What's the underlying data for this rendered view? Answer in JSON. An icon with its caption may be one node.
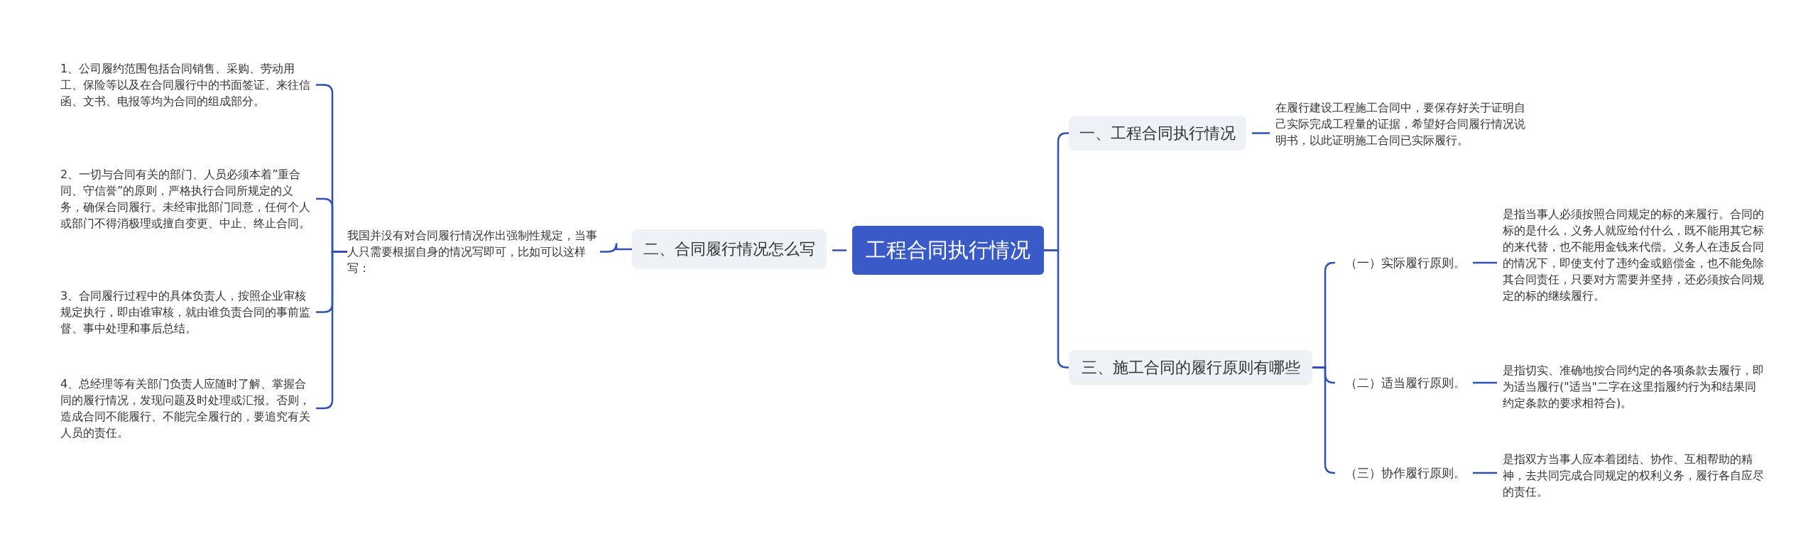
{
  "diagram": {
    "nodes": [
      {
        "text": [
          "工程合同执行情况"
        ]
      },
      {
        "text": [
          "一、工程合同执行情况"
        ]
      },
      {
        "text": [
          "在履行建设工程施工合同中，要保存好关于证明自己实际完成工程量的证据，希望好合同履行情况说明书，以此证明施工合同已实际履行。"
        ]
      },
      {
        "text": [
          "三、施工合同的履行原则有哪些"
        ]
      },
      {
        "text": [
          "（一）实际履行原则。"
        ]
      },
      {
        "text": [
          "是指当事人必须按照合同规定的标的来履行。合同的标的是什么，义务人就应给付什么，既不能用其它标的来代替，也不能用金钱来代偿。义务人在违反合同的情况下，即使支付了违约金或赔偿金，也不能免除其合同责任，只要对方需要并坚持，还必须按合同规定的标的继续履行。"
        ]
      },
      {
        "text": [
          "（二）适当履行原则。"
        ]
      },
      {
        "text": [
          "是指切实、准确地按合同约定的各项条款去履行，即为适当履行(\"适当\"二字在这里指履约行为和结果同约定条款的要求相符合)。"
        ]
      },
      {
        "text": [
          "（三）协作履行原则。"
        ]
      },
      {
        "text": [
          "是指双方当事人应本着团结、协作、互相帮助的精神，去共同完成合同规定的权利义务，履行各自应尽的责任。"
        ]
      },
      {
        "text": [
          "二、合同履行情况怎么写"
        ]
      },
      {
        "text": [
          "我国并没有对合同履行情况作出强制性规定，当事人只需要根据自身的情况写即可，比如可以这样写："
        ]
      },
      {
        "text": [
          "1、公司履约范围包括合同销售、采购、劳动用工、保险等以及在合同履行中的书面签证、来往信函、文书、电报等均为合同的组成部分。"
        ]
      },
      {
        "text": [
          "2、一切与合同有关的部门、人员必须本着”重合同、守信誉”的原则，严格执行合同所规定的义务，确保合同履行。未经审批部门同意，任何个人或部门不得消极理或擅自变更、中止、终止合同。"
        ]
      },
      {
        "text": [
          "3、合同履行过程中的具体负责人，按照企业审核规定执行，即由谁审核，就由谁负责合同的事前监督、事中处理和事后总结。"
        ]
      },
      {
        "text": [
          "4、总经理等有关部门负责人应随时了解、掌握合同的履行情况，发现问题及时处理或汇报。否则，造成合同不能履行、不能完全履行的，要追究有关人员的责任。"
        ]
      }
    ],
    "edges": [
      {
        "from": 0,
        "to": 1,
        "arrow": "none"
      },
      {
        "from": 1,
        "to": 2,
        "arrow": "none"
      },
      {
        "from": 0,
        "to": 3,
        "arrow": "none"
      },
      {
        "from": 3,
        "to": 4,
        "arrow": "none"
      },
      {
        "from": 4,
        "to": 5,
        "arrow": "none"
      },
      {
        "from": 3,
        "to": 6,
        "arrow": "none"
      },
      {
        "from": 6,
        "to": 7,
        "arrow": "none"
      },
      {
        "from": 3,
        "to": 8,
        "arrow": "none"
      },
      {
        "from": 8,
        "to": 9,
        "arrow": "none"
      },
      {
        "from": 0,
        "to": 10,
        "arrow": "none"
      },
      {
        "from": 10,
        "to": 11,
        "arrow": "none"
      },
      {
        "from": 11,
        "to": 12,
        "arrow": "none"
      },
      {
        "from": 11,
        "to": 13,
        "arrow": "none"
      },
      {
        "from": 11,
        "to": 14,
        "arrow": "none"
      },
      {
        "from": 11,
        "to": 15,
        "arrow": "none"
      }
    ]
  }
}
